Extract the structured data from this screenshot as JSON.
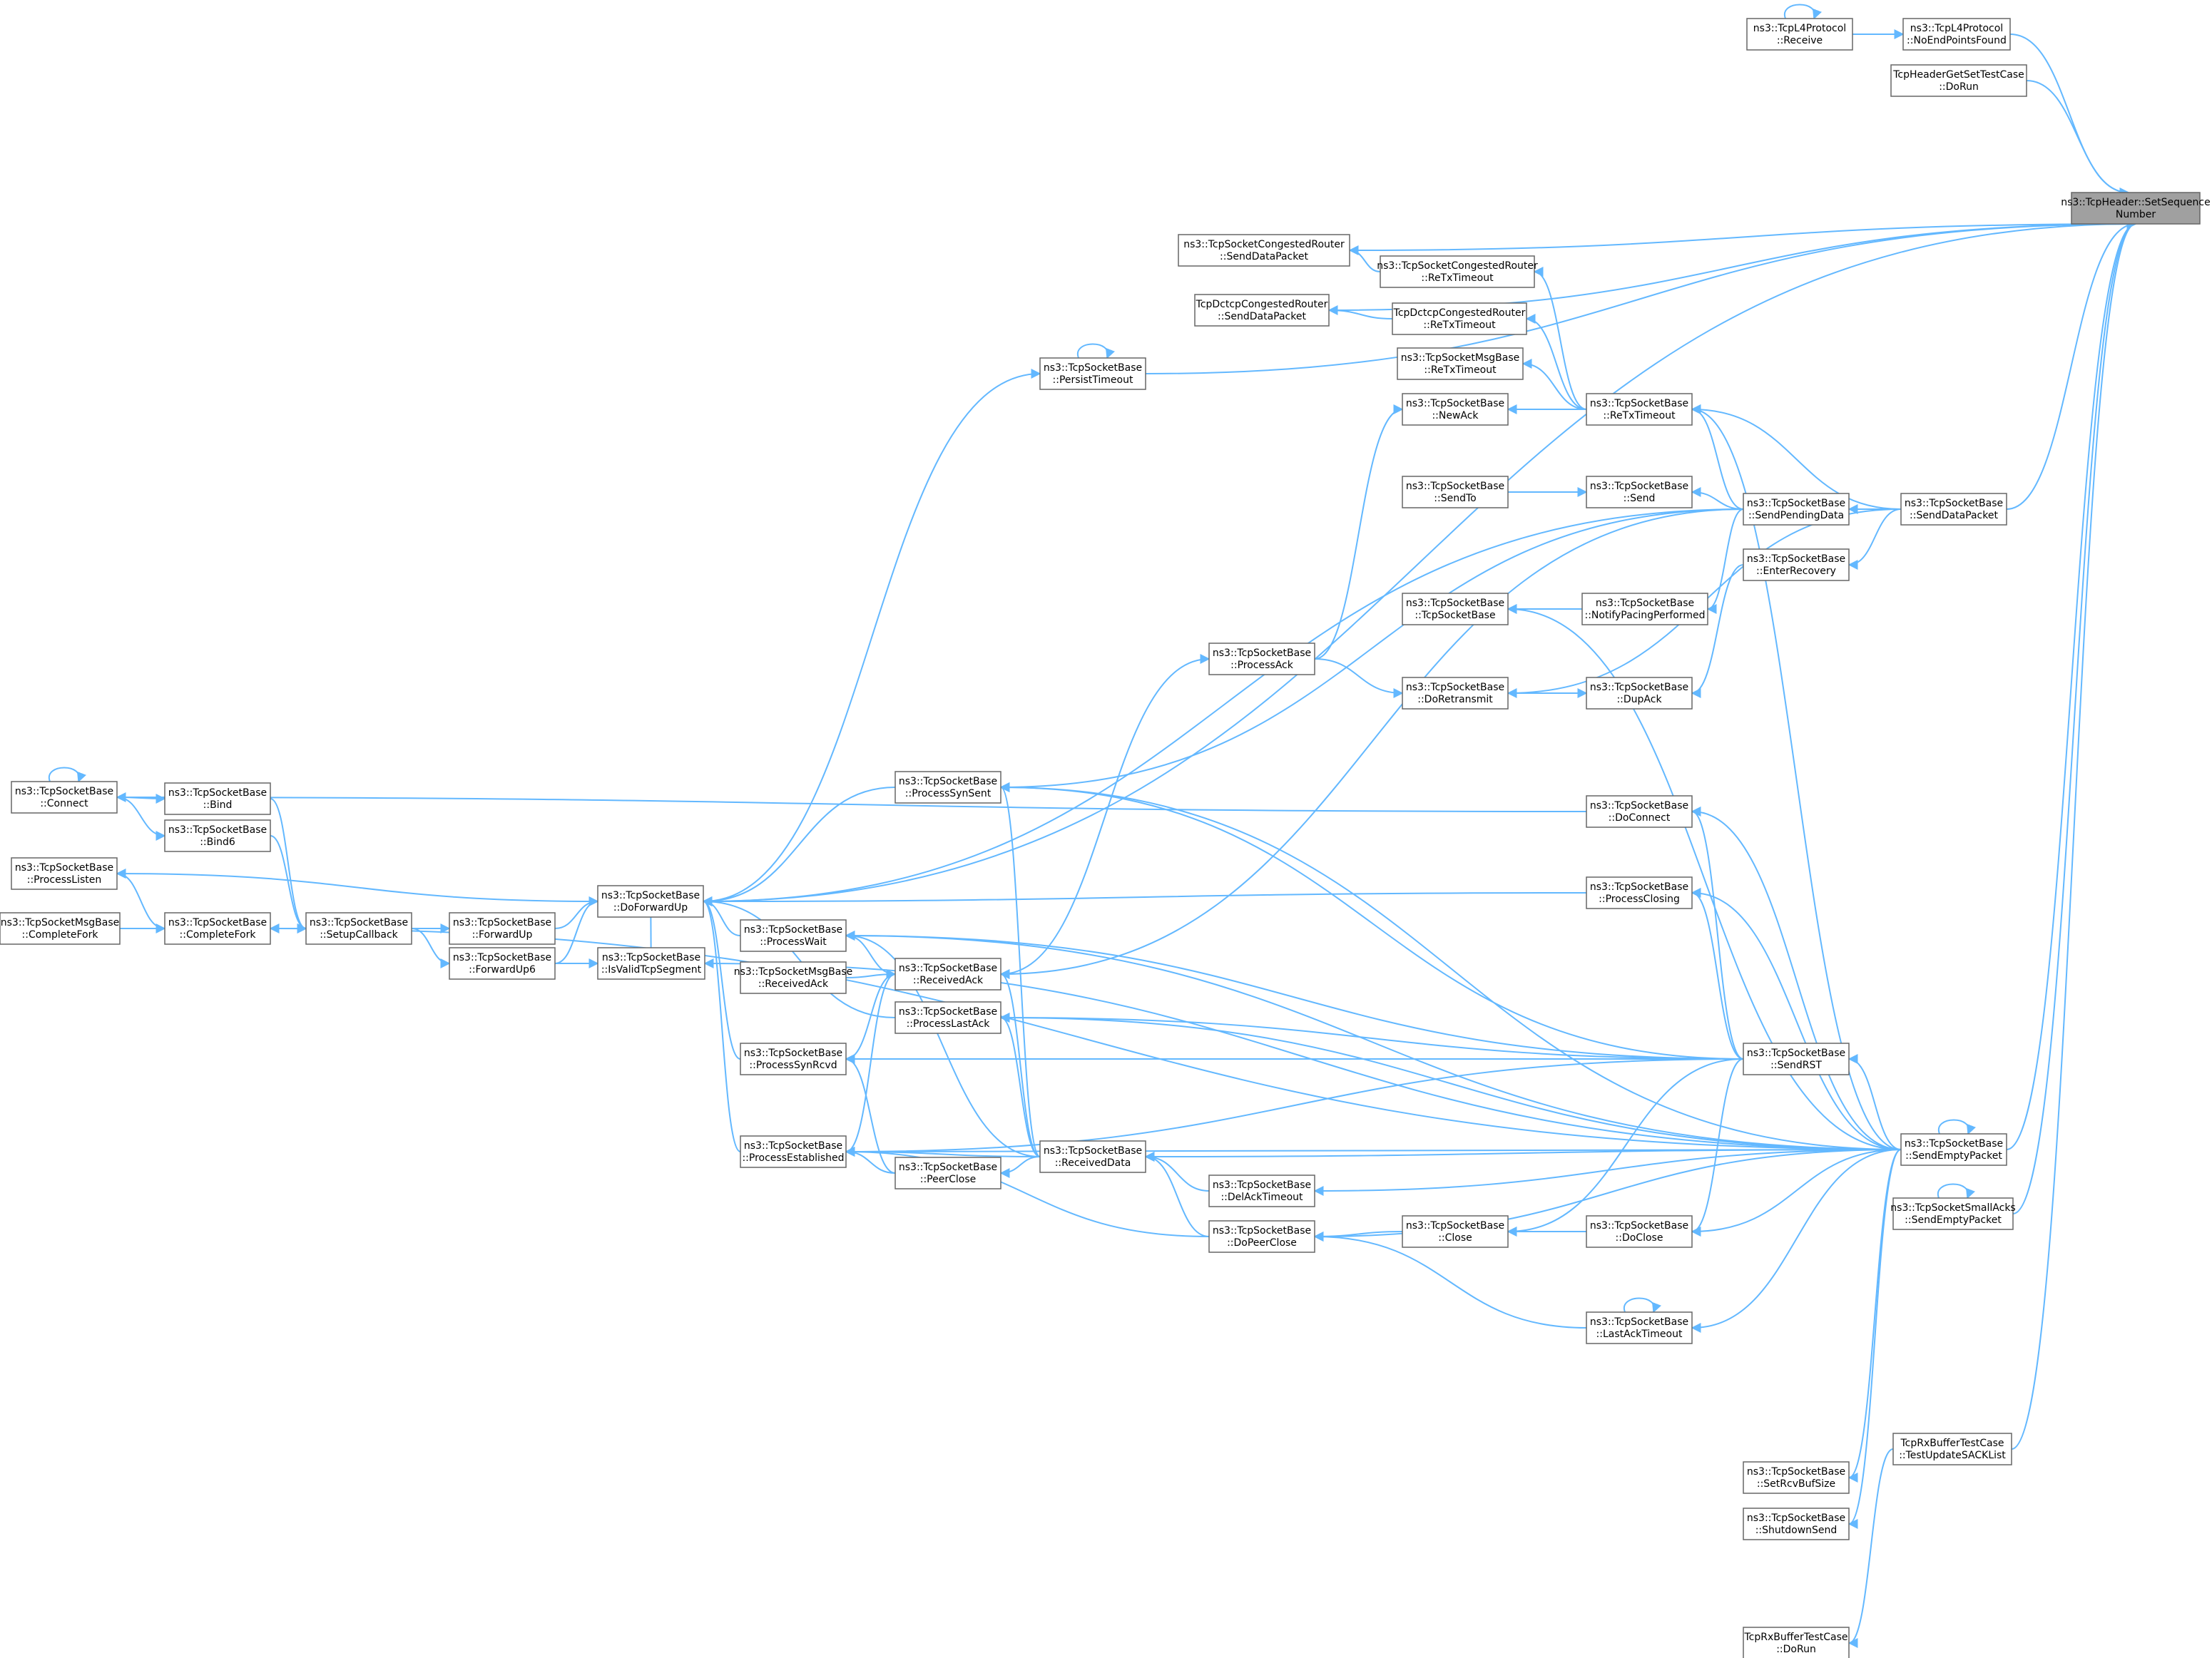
{
  "graph": {
    "target": "n0",
    "nodes": [
      {
        "id": "n0",
        "lines": [
          "ns3::TcpHeader::SetSequence",
          "Number"
        ],
        "highlight": true
      },
      {
        "id": "n1",
        "lines": [
          "ns3::TcpL4Protocol",
          "::NoEndPointsFound"
        ]
      },
      {
        "id": "n2",
        "lines": [
          "ns3::TcpL4Protocol",
          "::Receive"
        ]
      },
      {
        "id": "n3",
        "lines": [
          "TcpHeaderGetSetTestCase",
          "::DoRun"
        ]
      },
      {
        "id": "n4",
        "lines": [
          "ns3::TcpSocketBase",
          "::PersistTimeout"
        ]
      },
      {
        "id": "n5",
        "lines": [
          "ns3::TcpSocketBase",
          "::DoForwardUp"
        ]
      },
      {
        "id": "n6",
        "lines": [
          "ns3::TcpSocketBase",
          "::ForwardUp"
        ]
      },
      {
        "id": "n7",
        "lines": [
          "ns3::TcpSocketBase",
          "::SetupCallback"
        ]
      },
      {
        "id": "n8",
        "lines": [
          "ns3::TcpSocketBase",
          "::Bind"
        ]
      },
      {
        "id": "n9",
        "lines": [
          "ns3::TcpSocketBase",
          "::Connect"
        ]
      },
      {
        "id": "n10",
        "lines": [
          "ns3::TcpSocketBase",
          "::Bind6"
        ]
      },
      {
        "id": "n11",
        "lines": [
          "ns3::TcpSocketBase",
          "::CompleteFork"
        ]
      },
      {
        "id": "n12",
        "lines": [
          "ns3::TcpSocketMsgBase",
          "::CompleteFork"
        ]
      },
      {
        "id": "n13",
        "lines": [
          "ns3::TcpSocketBase",
          "::ForwardUp6"
        ]
      },
      {
        "id": "n14",
        "lines": [
          "ns3::TcpSocketBase",
          "::IsValidTcpSegment"
        ]
      },
      {
        "id": "n15",
        "lines": [
          "ns3::TcpSocketCongestedRouter",
          "::SendDataPacket"
        ]
      },
      {
        "id": "n16",
        "lines": [
          "ns3::TcpSocketCongestedRouter",
          "::ReTxTimeout"
        ]
      },
      {
        "id": "n17",
        "lines": [
          "TcpDctcpCongestedRouter",
          "::SendDataPacket"
        ]
      },
      {
        "id": "n18",
        "lines": [
          "TcpDctcpCongestedRouter",
          "::ReTxTimeout"
        ]
      },
      {
        "id": "n19",
        "lines": [
          "ns3::TcpSocketBase",
          "::ProcessListen"
        ]
      },
      {
        "id": "n20",
        "lines": [
          "ns3::TcpSocketMsgBase",
          "::ReTxTimeout"
        ]
      },
      {
        "id": "n21",
        "lines": [
          "ns3::TcpSocketBase",
          "::NewAck"
        ]
      },
      {
        "id": "n22",
        "lines": [
          "ns3::TcpSocketBase",
          "::ReTxTimeout"
        ]
      },
      {
        "id": "n23",
        "lines": [
          "ns3::TcpSocketBase",
          "::SendTo"
        ]
      },
      {
        "id": "n24",
        "lines": [
          "ns3::TcpSocketBase",
          "::Send"
        ]
      },
      {
        "id": "n25",
        "lines": [
          "ns3::TcpSocketBase",
          "::SendPendingData"
        ]
      },
      {
        "id": "n26",
        "lines": [
          "ns3::TcpSocketBase",
          "::SendDataPacket"
        ]
      },
      {
        "id": "n27",
        "lines": [
          "ns3::TcpSocketBase",
          "::EnterRecovery"
        ]
      },
      {
        "id": "n28",
        "lines": [
          "ns3::TcpSocketBase",
          "::TcpSocketBase"
        ]
      },
      {
        "id": "n29",
        "lines": [
          "ns3::TcpSocketBase",
          "::NotifyPacingPerformed"
        ]
      },
      {
        "id": "n30",
        "lines": [
          "ns3::TcpSocketBase",
          "::ProcessAck"
        ]
      },
      {
        "id": "n31",
        "lines": [
          "ns3::TcpSocketBase",
          "::DoRetransmit"
        ]
      },
      {
        "id": "n32",
        "lines": [
          "ns3::TcpSocketBase",
          "::DupAck"
        ]
      },
      {
        "id": "n33",
        "lines": [
          "ns3::TcpSocketBase",
          "::ProcessSynSent"
        ]
      },
      {
        "id": "n34",
        "lines": [
          "ns3::TcpSocketBase",
          "::DoConnect"
        ]
      },
      {
        "id": "n35",
        "lines": [
          "ns3::TcpSocketBase",
          "::ProcessClosing"
        ]
      },
      {
        "id": "n36",
        "lines": [
          "ns3::TcpSocketBase",
          "::ProcessWait"
        ]
      },
      {
        "id": "n37",
        "lines": [
          "ns3::TcpSocketMsgBase",
          "::ReceivedAck"
        ]
      },
      {
        "id": "n38",
        "lines": [
          "ns3::TcpSocketBase",
          "::ReceivedAck"
        ]
      },
      {
        "id": "n39",
        "lines": [
          "ns3::TcpSocketBase",
          "::ProcessLastAck"
        ]
      },
      {
        "id": "n40",
        "lines": [
          "ns3::TcpSocketBase",
          "::ProcessSynRcvd"
        ]
      },
      {
        "id": "n41",
        "lines": [
          "ns3::TcpSocketBase",
          "::SendRST"
        ]
      },
      {
        "id": "n42",
        "lines": [
          "ns3::TcpSocketBase",
          "::ProcessEstablished"
        ]
      },
      {
        "id": "n43",
        "lines": [
          "ns3::TcpSocketBase",
          "::PeerClose"
        ]
      },
      {
        "id": "n44",
        "lines": [
          "ns3::TcpSocketBase",
          "::ReceivedData"
        ]
      },
      {
        "id": "n45",
        "lines": [
          "ns3::TcpSocketBase",
          "::SendEmptyPacket"
        ]
      },
      {
        "id": "n46",
        "lines": [
          "ns3::TcpSocketBase",
          "::DelAckTimeout"
        ]
      },
      {
        "id": "n47",
        "lines": [
          "ns3::TcpSocketSmallAcks",
          "::SendEmptyPacket"
        ]
      },
      {
        "id": "n48",
        "lines": [
          "ns3::TcpSocketBase",
          "::DoPeerClose"
        ]
      },
      {
        "id": "n49",
        "lines": [
          "ns3::TcpSocketBase",
          "::Close"
        ]
      },
      {
        "id": "n50",
        "lines": [
          "ns3::TcpSocketBase",
          "::DoClose"
        ]
      },
      {
        "id": "n51",
        "lines": [
          "ns3::TcpSocketBase",
          "::LastAckTimeout"
        ]
      },
      {
        "id": "n52",
        "lines": [
          "TcpRxBufferTestCase",
          "::TestUpdateSACKList"
        ]
      },
      {
        "id": "n53",
        "lines": [
          "ns3::TcpSocketBase",
          "::SetRcvBufSize"
        ]
      },
      {
        "id": "n54",
        "lines": [
          "ns3::TcpSocketBase",
          "::ShutdownSend"
        ]
      },
      {
        "id": "n55",
        "lines": [
          "TcpRxBufferTestCase",
          "::DoRun"
        ]
      }
    ],
    "edges": [
      {
        "from": "n1",
        "to": "n0"
      },
      {
        "from": "n3",
        "to": "n0"
      },
      {
        "from": "n4",
        "to": "n0"
      },
      {
        "from": "n5",
        "to": "n0"
      },
      {
        "from": "n15",
        "to": "n0"
      },
      {
        "from": "n17",
        "to": "n0"
      },
      {
        "from": "n26",
        "to": "n0"
      },
      {
        "from": "n45",
        "to": "n0"
      },
      {
        "from": "n47",
        "to": "n0"
      },
      {
        "from": "n52",
        "to": "n0"
      },
      {
        "from": "n2",
        "to": "n1"
      },
      {
        "from": "n2",
        "to": "n2"
      },
      {
        "from": "n4",
        "to": "n4"
      },
      {
        "from": "n5",
        "to": "n4"
      },
      {
        "from": "n6",
        "to": "n5"
      },
      {
        "from": "n13",
        "to": "n5"
      },
      {
        "from": "n14",
        "to": "n5"
      },
      {
        "from": "n7",
        "to": "n6"
      },
      {
        "from": "n7",
        "to": "n13"
      },
      {
        "from": "n13",
        "to": "n14"
      },
      {
        "from": "n8",
        "to": "n7"
      },
      {
        "from": "n10",
        "to": "n7"
      },
      {
        "from": "n11",
        "to": "n7"
      },
      {
        "from": "n9",
        "to": "n8"
      },
      {
        "from": "n9",
        "to": "n10"
      },
      {
        "from": "n9",
        "to": "n9"
      },
      {
        "from": "n12",
        "to": "n11"
      },
      {
        "from": "n11",
        "to": "n19"
      },
      {
        "from": "n5",
        "to": "n19"
      },
      {
        "from": "n16",
        "to": "n15"
      },
      {
        "from": "n18",
        "to": "n17"
      },
      {
        "from": "n22",
        "to": "n16"
      },
      {
        "from": "n22",
        "to": "n18"
      },
      {
        "from": "n22",
        "to": "n20"
      },
      {
        "from": "n22",
        "to": "n21"
      },
      {
        "from": "n26",
        "to": "n22"
      },
      {
        "from": "n30",
        "to": "n21"
      },
      {
        "from": "n30",
        "to": "n31"
      },
      {
        "from": "n31",
        "to": "n32"
      },
      {
        "from": "n27",
        "to": "n32"
      },
      {
        "from": "n23",
        "to": "n24"
      },
      {
        "from": "n25",
        "to": "n24"
      },
      {
        "from": "n26",
        "to": "n25"
      },
      {
        "from": "n26",
        "to": "n27"
      },
      {
        "from": "n25",
        "to": "n29"
      },
      {
        "from": "n29",
        "to": "n28"
      },
      {
        "from": "n25",
        "to": "n5"
      },
      {
        "from": "n25",
        "to": "n33"
      },
      {
        "from": "n25",
        "to": "n38"
      },
      {
        "from": "n25",
        "to": "n22"
      },
      {
        "from": "n26",
        "to": "n31"
      },
      {
        "from": "n38",
        "to": "n30"
      },
      {
        "from": "n37",
        "to": "n38"
      },
      {
        "from": "n33",
        "to": "n5"
      },
      {
        "from": "n36",
        "to": "n5"
      },
      {
        "from": "n40",
        "to": "n5"
      },
      {
        "from": "n42",
        "to": "n5"
      },
      {
        "from": "n39",
        "to": "n5"
      },
      {
        "from": "n35",
        "to": "n5"
      },
      {
        "from": "n38",
        "to": "n36"
      },
      {
        "from": "n38",
        "to": "n40"
      },
      {
        "from": "n38",
        "to": "n42"
      },
      {
        "from": "n43",
        "to": "n40"
      },
      {
        "from": "n43",
        "to": "n42"
      },
      {
        "from": "n44",
        "to": "n42"
      },
      {
        "from": "n44",
        "to": "n43"
      },
      {
        "from": "n44",
        "to": "n38"
      },
      {
        "from": "n44",
        "to": "n39"
      },
      {
        "from": "n44",
        "to": "n33"
      },
      {
        "from": "n44",
        "to": "n36"
      },
      {
        "from": "n48",
        "to": "n44"
      },
      {
        "from": "n48",
        "to": "n42"
      },
      {
        "from": "n46",
        "to": "n44"
      },
      {
        "from": "n49",
        "to": "n48"
      },
      {
        "from": "n51",
        "to": "n48"
      },
      {
        "from": "n50",
        "to": "n49"
      },
      {
        "from": "n51",
        "to": "n51"
      },
      {
        "from": "n41",
        "to": "n33"
      },
      {
        "from": "n41",
        "to": "n36"
      },
      {
        "from": "n41",
        "to": "n39"
      },
      {
        "from": "n41",
        "to": "n40"
      },
      {
        "from": "n41",
        "to": "n42"
      },
      {
        "from": "n41",
        "to": "n34"
      },
      {
        "from": "n41",
        "to": "n35"
      },
      {
        "from": "n41",
        "to": "n49"
      },
      {
        "from": "n41",
        "to": "n50"
      },
      {
        "from": "n34",
        "to": "n9"
      },
      {
        "from": "n45",
        "to": "n41"
      },
      {
        "from": "n45",
        "to": "n45"
      },
      {
        "from": "n45",
        "to": "n44"
      },
      {
        "from": "n45",
        "to": "n22"
      },
      {
        "from": "n45",
        "to": "n28"
      },
      {
        "from": "n45",
        "to": "n33"
      },
      {
        "from": "n45",
        "to": "n34"
      },
      {
        "from": "n45",
        "to": "n35"
      },
      {
        "from": "n45",
        "to": "n36"
      },
      {
        "from": "n45",
        "to": "n39"
      },
      {
        "from": "n45",
        "to": "n50"
      },
      {
        "from": "n45",
        "to": "n51"
      },
      {
        "from": "n45",
        "to": "n46"
      },
      {
        "from": "n45",
        "to": "n48"
      },
      {
        "from": "n45",
        "to": "n42"
      },
      {
        "from": "n45",
        "to": "n14"
      },
      {
        "from": "n45",
        "to": "n11"
      },
      {
        "from": "n45",
        "to": "n53"
      },
      {
        "from": "n45",
        "to": "n54"
      },
      {
        "from": "n47",
        "to": "n47"
      },
      {
        "from": "n52",
        "to": "n55"
      }
    ]
  }
}
